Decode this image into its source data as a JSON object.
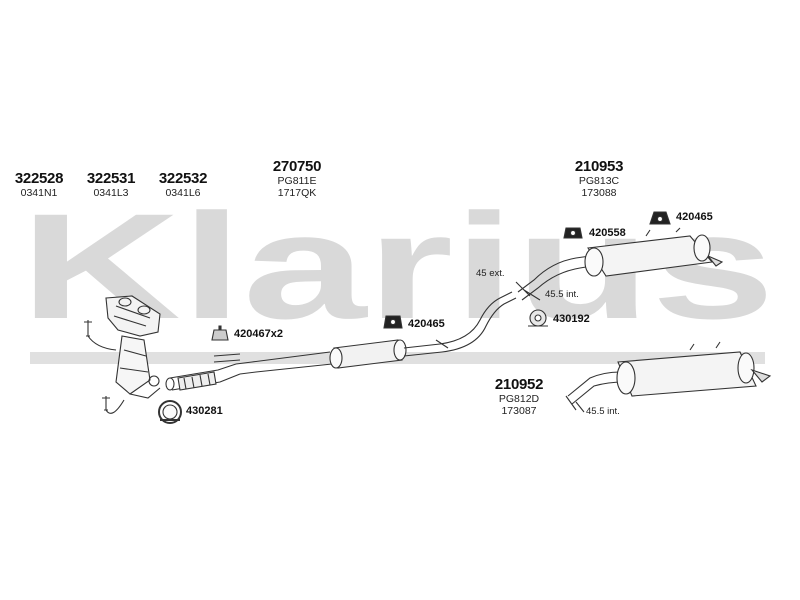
{
  "watermark": {
    "text": "Klarius",
    "color": "#d6d6d6"
  },
  "top_labels": [
    {
      "id": "cat1",
      "part": "322528",
      "ref": "0341N1"
    },
    {
      "id": "cat2",
      "part": "322531",
      "ref": "0341L3"
    },
    {
      "id": "cat3",
      "part": "322532",
      "ref": "0341L6"
    },
    {
      "id": "mid",
      "part": "270750",
      "code": "PG811E",
      "ref": "1717QK"
    },
    {
      "id": "rear1",
      "part": "210953",
      "code": "PG813C",
      "ref": "173088"
    },
    {
      "id": "rear2",
      "part": "210952",
      "code": "PG812D",
      "ref": "173087"
    }
  ],
  "component_labels": {
    "c420465a": "420465",
    "c420558": "420558",
    "c420467": "420467x2",
    "c420465b": "420465",
    "c430192": "430192",
    "c430281": "430281"
  },
  "dimensions": {
    "ext": "45 ext.",
    "int_a": "45.5 int.",
    "int_b": "45.5 int."
  }
}
